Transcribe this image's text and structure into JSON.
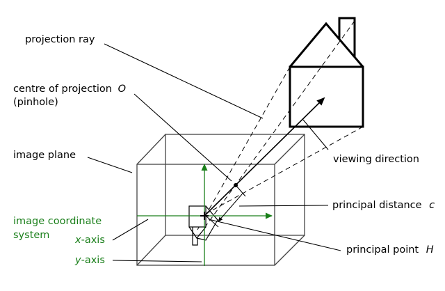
{
  "labels": {
    "projection_ray": "projection ray",
    "centre_line1_text": "centre of projection",
    "centre_line1_symbol": "O",
    "centre_line2": "(pinhole)",
    "image_plane": "image plane",
    "viewing_direction": "viewing direction",
    "principal_distance_text": "principal distance",
    "principal_distance_symbol": "c",
    "principal_point_text": "principal point",
    "principal_point_symbol": "H",
    "image_coord_line1": "image coordinate",
    "image_coord_line2": "system",
    "x_axis_symbol": "x",
    "x_axis_suffix": "-axis",
    "y_axis_symbol": "y",
    "y_axis_suffix": "-axis"
  },
  "colors": {
    "ink": "#000000",
    "green": "#1a7f1a",
    "grey": "#555555"
  }
}
